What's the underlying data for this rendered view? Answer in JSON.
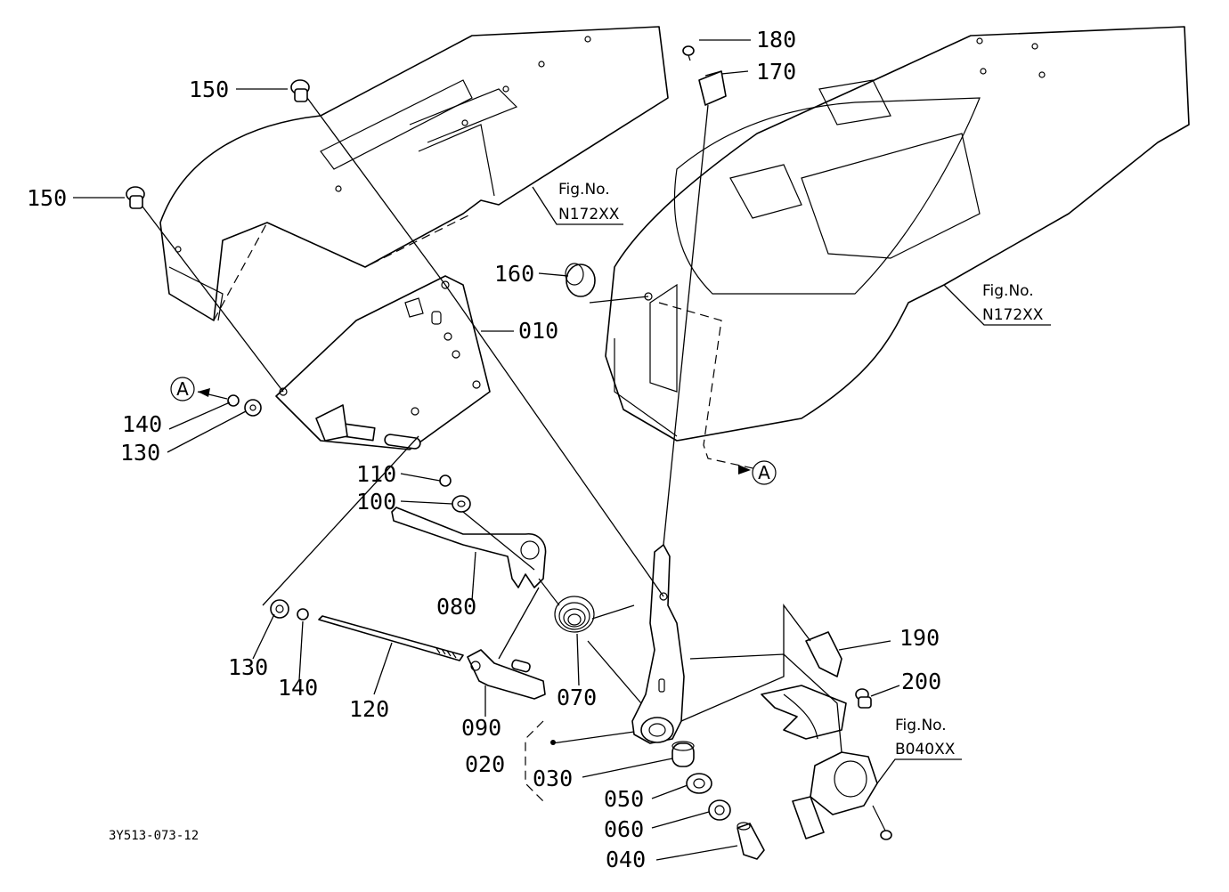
{
  "drawing_code": "3Y513-073-12",
  "figure_refs": [
    {
      "prefix": "Fig.No.",
      "number": "N172XX"
    },
    {
      "prefix": "Fig.No.",
      "number": "N172XX"
    },
    {
      "prefix": "Fig.No.",
      "number": "B040XX"
    }
  ],
  "reference_mark": "A",
  "callouts": [
    "150",
    "150",
    "180",
    "170",
    "160",
    "010",
    "140",
    "130",
    "110",
    "100",
    "080",
    "130",
    "140",
    "120",
    "090",
    "070",
    "190",
    "200",
    "020",
    "030",
    "050",
    "060",
    "040"
  ]
}
